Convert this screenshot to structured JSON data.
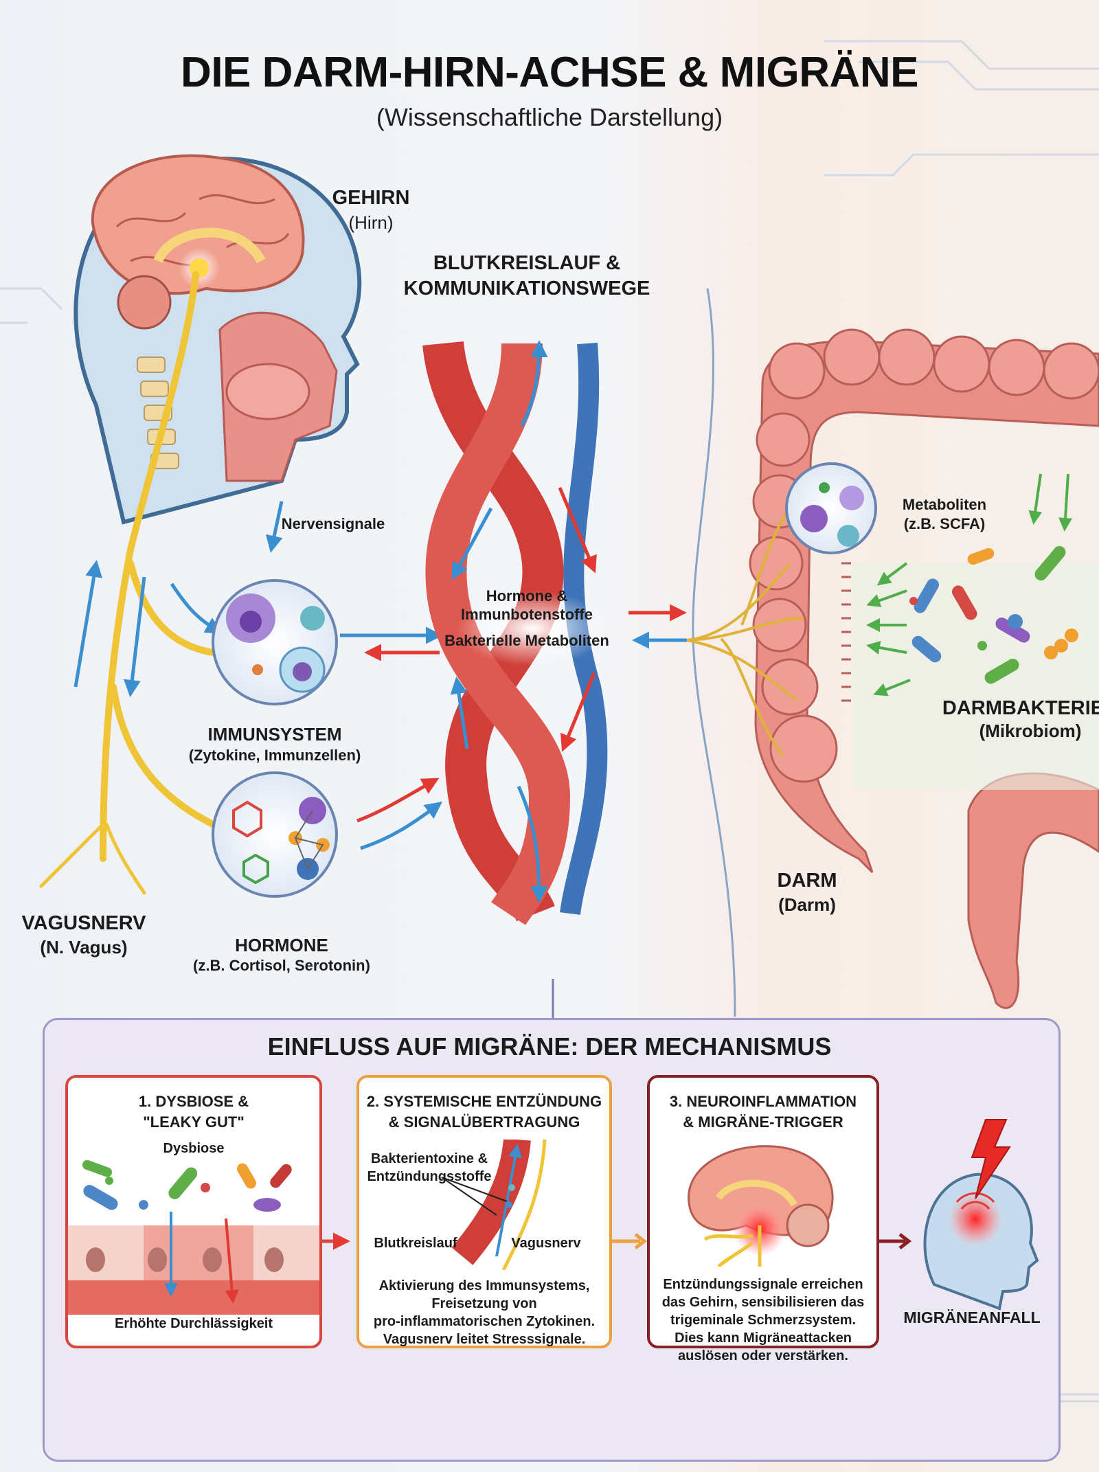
{
  "title": "DIE DARM-HIRN-ACHSE & MIGRÄNE",
  "subtitle": "(Wissenschaftliche Darstellung)",
  "labels": {
    "brain": {
      "title": "GEHIRN",
      "sub": "(Hirn)"
    },
    "circulation": {
      "line1": "BLUTKREISLAUF &",
      "line2": "KOMMUNIKATIONSWEGE"
    },
    "nerve_signals": "Nervensignale",
    "hormones_immune": {
      "line1": "Hormone &",
      "line2": "Immunbotenstoffe"
    },
    "bacterial_metabolites": "Bakterielle Metaboliten",
    "metabolites": {
      "title": "Metaboliten",
      "sub": "(z.B. SCFA)"
    },
    "immune_system": {
      "title": "IMMUNSYSTEM",
      "sub": "(Zytokine, Immunzellen)"
    },
    "gut_bacteria": {
      "title": "DARMBAKTERIEN",
      "sub": "(Mikrobiom)"
    },
    "vagus": {
      "title": "VAGUSNERV",
      "sub": "(N. Vagus)"
    },
    "hormones": {
      "title": "HORMONE",
      "sub": "(z.B. Cortisol, Serotonin)"
    },
    "gut": {
      "title": "DARM",
      "sub": "(Darm)"
    }
  },
  "mechanism": {
    "title": "EINFLUSS AUF MIGRÄNE: DER MECHANISMUS",
    "steps": [
      {
        "heading_1": "1. DYSBIOSE &",
        "heading_2": "\"LEAKY GUT\"",
        "label_top": "Dysbiose",
        "caption": "Erhöhte Durchlässigkeit",
        "color": "#d9463f"
      },
      {
        "heading_1": "2. SYSTEMISCHE ENTZÜNDUNG",
        "heading_2": "& SIGNALÜBERTRAGUNG",
        "label_toxins_1": "Bakterientoxine &",
        "label_toxins_2": "Entzündungsstoffe",
        "label_blood": "Blutkreislauf",
        "label_vagus": "Vagusnerv",
        "caption": [
          "Aktivierung des Immunsystems,",
          "Freisetzung von",
          "pro-inflammatorischen Zytokinen.",
          "Vagusnerv leitet Stresssignale."
        ],
        "color": "#eea040"
      },
      {
        "heading_1": "3. NEUROINFLAMMATION",
        "heading_2": "& MIGRÄNE-TRIGGER",
        "caption": [
          "Entzündungssignale erreichen",
          "das Gehirn, sensibilisieren das",
          "trigeminale Schmerzsystem.",
          "Dies kann Migräneattacken",
          "auslösen oder verstärken."
        ],
        "color": "#8a1f24"
      }
    ],
    "result": "MIGRÄNEANFALL"
  },
  "colors": {
    "artery": "#d9473f",
    "vein": "#3f74b8",
    "nerve": "#f0c437",
    "gut": "#e58a80",
    "arrow_blue": "#3a8fd0",
    "arrow_red": "#e23a33"
  }
}
